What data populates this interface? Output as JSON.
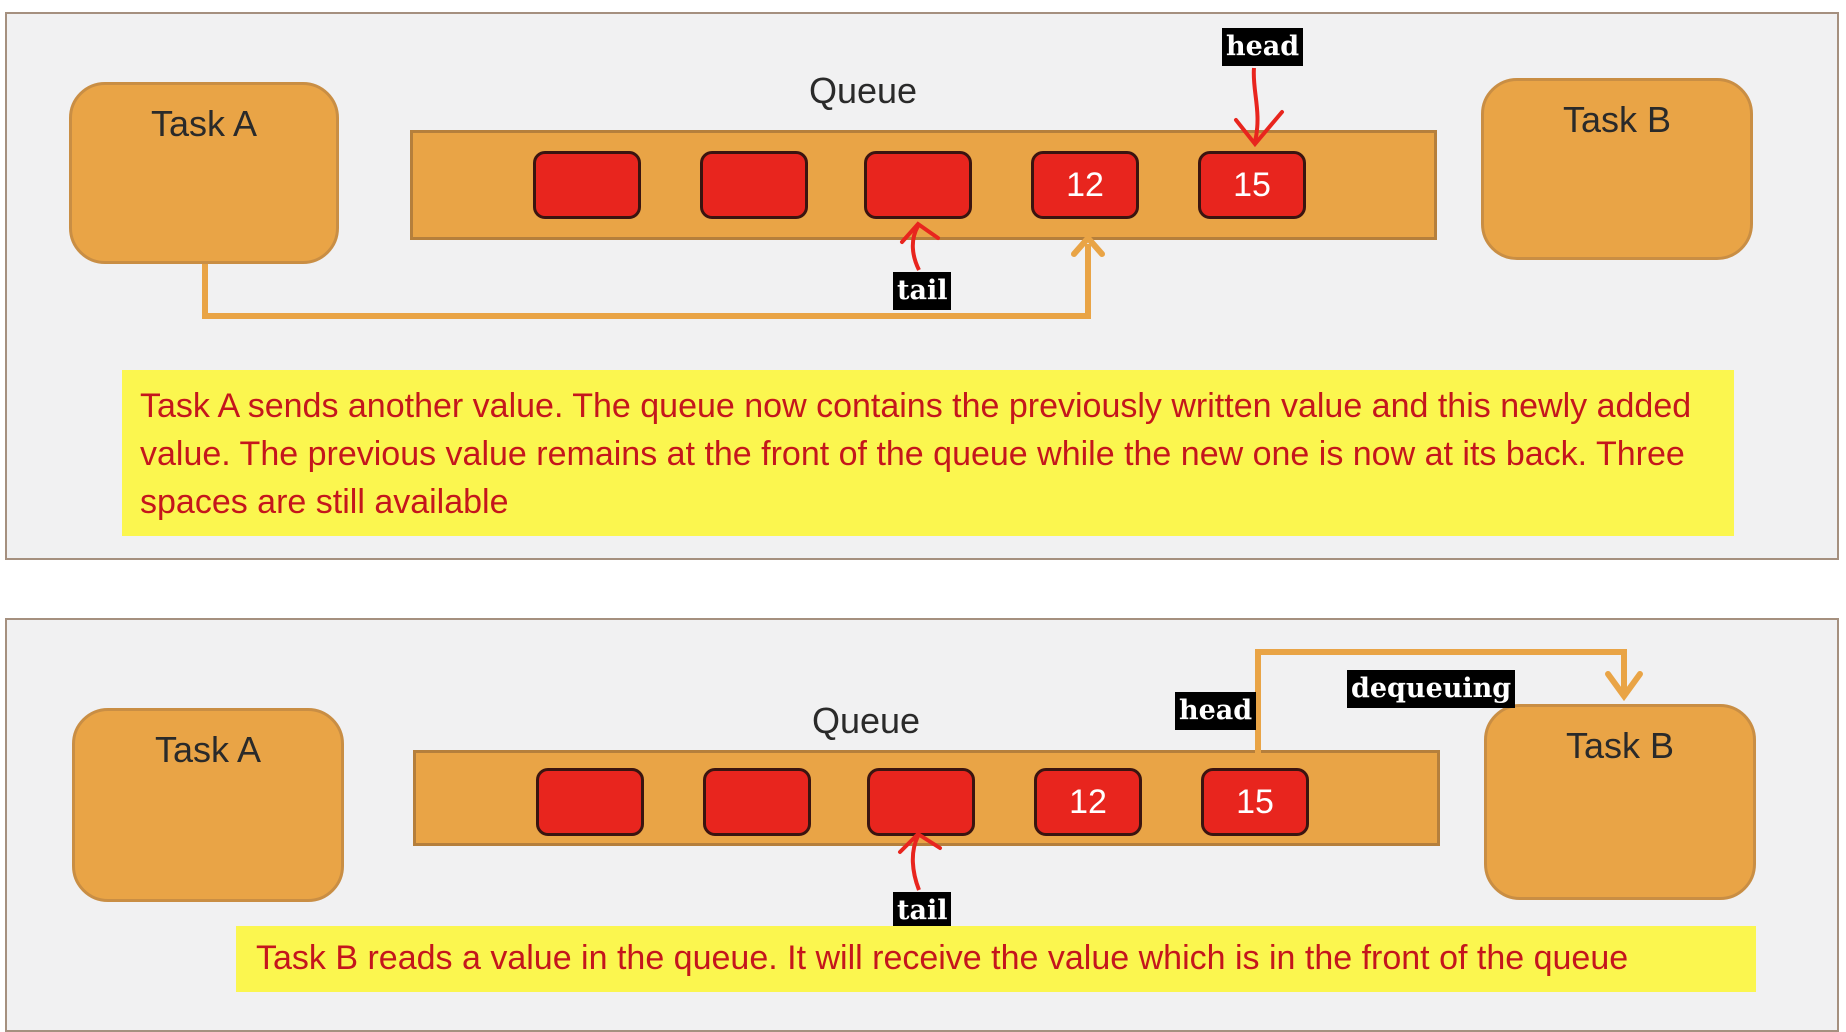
{
  "top": {
    "task_a": "Task A",
    "task_b": "Task B",
    "queue_title": "Queue",
    "slots": [
      "",
      "",
      "",
      "12",
      "15"
    ],
    "head_label": "head",
    "tail_label": "tail",
    "note": "Task A sends another value. The queue now contains the previously written value and this newly added value. The previous value remains at the front of the queue while the new one is now at its back. Three spaces are still available"
  },
  "bottom": {
    "task_a": "Task A",
    "task_b": "Task B",
    "queue_title": "Queue",
    "slots": [
      "",
      "",
      "",
      "12",
      "15"
    ],
    "head_label": "head",
    "tail_label": "tail",
    "dequeue_label": "dequeuing",
    "note": "Task B reads a value in the queue. It will receive the value  which is in the front of the queue"
  },
  "colors": {
    "panel_bg": "#f1f1f2",
    "task_fill": "#e9a446",
    "slot_fill": "#e8251e",
    "arrow_orange": "#e9a446",
    "arrow_red": "#e8251e",
    "note_bg": "#fbf64f",
    "note_text": "#c4161c"
  }
}
